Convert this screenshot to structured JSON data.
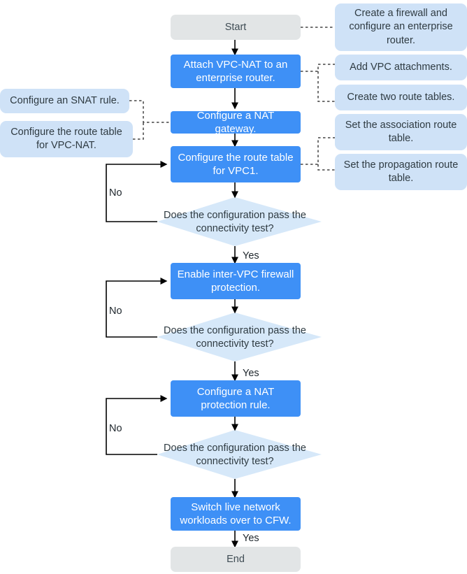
{
  "diagram": {
    "title": "CFW VPC-NAT protection configuration flowchart",
    "type": "flowchart",
    "colors": {
      "process_fill": "#3e90f6",
      "process_text": "#ffffff",
      "terminator_fill": "#e2e5e6",
      "terminator_text": "#3f4c54",
      "note_fill": "#cfe2f7",
      "decision_fill": "#d6e8f9",
      "line": "#000000",
      "background": "#ffffff"
    },
    "nodes": {
      "start": "Start",
      "attach": "Attach VPC-NAT to an enterprise router.",
      "nat_gateway": "Configure a NAT gateway.",
      "route_vpc1": "Configure the route table for VPC1.",
      "decision1": "Does the configuration pass the connectivity test?",
      "enable_fw": "Enable inter-VPC firewall protection.",
      "decision2": "Does the configuration pass the connectivity test?",
      "nat_rule": "Configure a NAT protection rule.",
      "decision3": "Does the configuration pass the connectivity test?",
      "switch": "Switch live network workloads over to CFW.",
      "end": "End"
    },
    "notes_right": [
      "Create a firewall and configure an enterprise router.",
      "Add VPC attachments.",
      "Create two route tables.",
      "Set the association route table.",
      "Set the propagation route table."
    ],
    "notes_left": [
      "Configure an SNAT rule.",
      "Configure the route table for VPC-NAT."
    ],
    "edge_labels": {
      "no1": "No",
      "no2": "No",
      "no3": "No",
      "yes1": "Yes",
      "yes2": "Yes",
      "yes3": "Yes"
    }
  }
}
